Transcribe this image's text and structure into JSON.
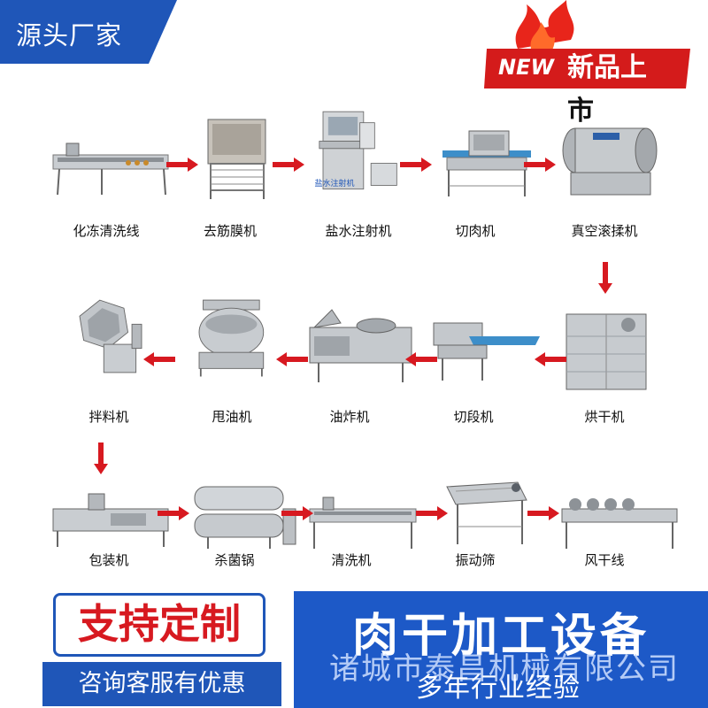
{
  "badge": {
    "text": "源头厂家"
  },
  "new_tag": {
    "new": "NEW",
    "text1": "新品上",
    "text2": "市"
  },
  "machines": [
    {
      "id": "thaw",
      "label": "化冻清洗线"
    },
    {
      "id": "fascia",
      "label": "去筋膜机"
    },
    {
      "id": "brine",
      "label": "盐水注射机"
    },
    {
      "id": "cutter",
      "label": "切肉机"
    },
    {
      "id": "tumbler",
      "label": "真空滚揉机"
    },
    {
      "id": "dryer",
      "label": "烘干机"
    },
    {
      "id": "segment",
      "label": "切段机"
    },
    {
      "id": "fryer",
      "label": "油炸机"
    },
    {
      "id": "spinner",
      "label": "甩油机"
    },
    {
      "id": "seasoner",
      "label": "拌料机"
    },
    {
      "id": "packer",
      "label": "包装机"
    },
    {
      "id": "sterilizer",
      "label": "杀菌锅"
    },
    {
      "id": "washer",
      "label": "清洗机"
    },
    {
      "id": "sieve",
      "label": "振动筛"
    },
    {
      "id": "airdry",
      "label": "风干线"
    }
  ],
  "brine_panel_text": "盐水注射机",
  "footer": {
    "customize": "支持定制",
    "consult": "咨询客服有优惠",
    "title": "肉干加工设备",
    "company": "诸城市泰昌机械有限公司",
    "years": "多年行业经验"
  },
  "colors": {
    "blue": "#1f56b8",
    "red": "#d71920",
    "steel": "#b9bec4"
  }
}
